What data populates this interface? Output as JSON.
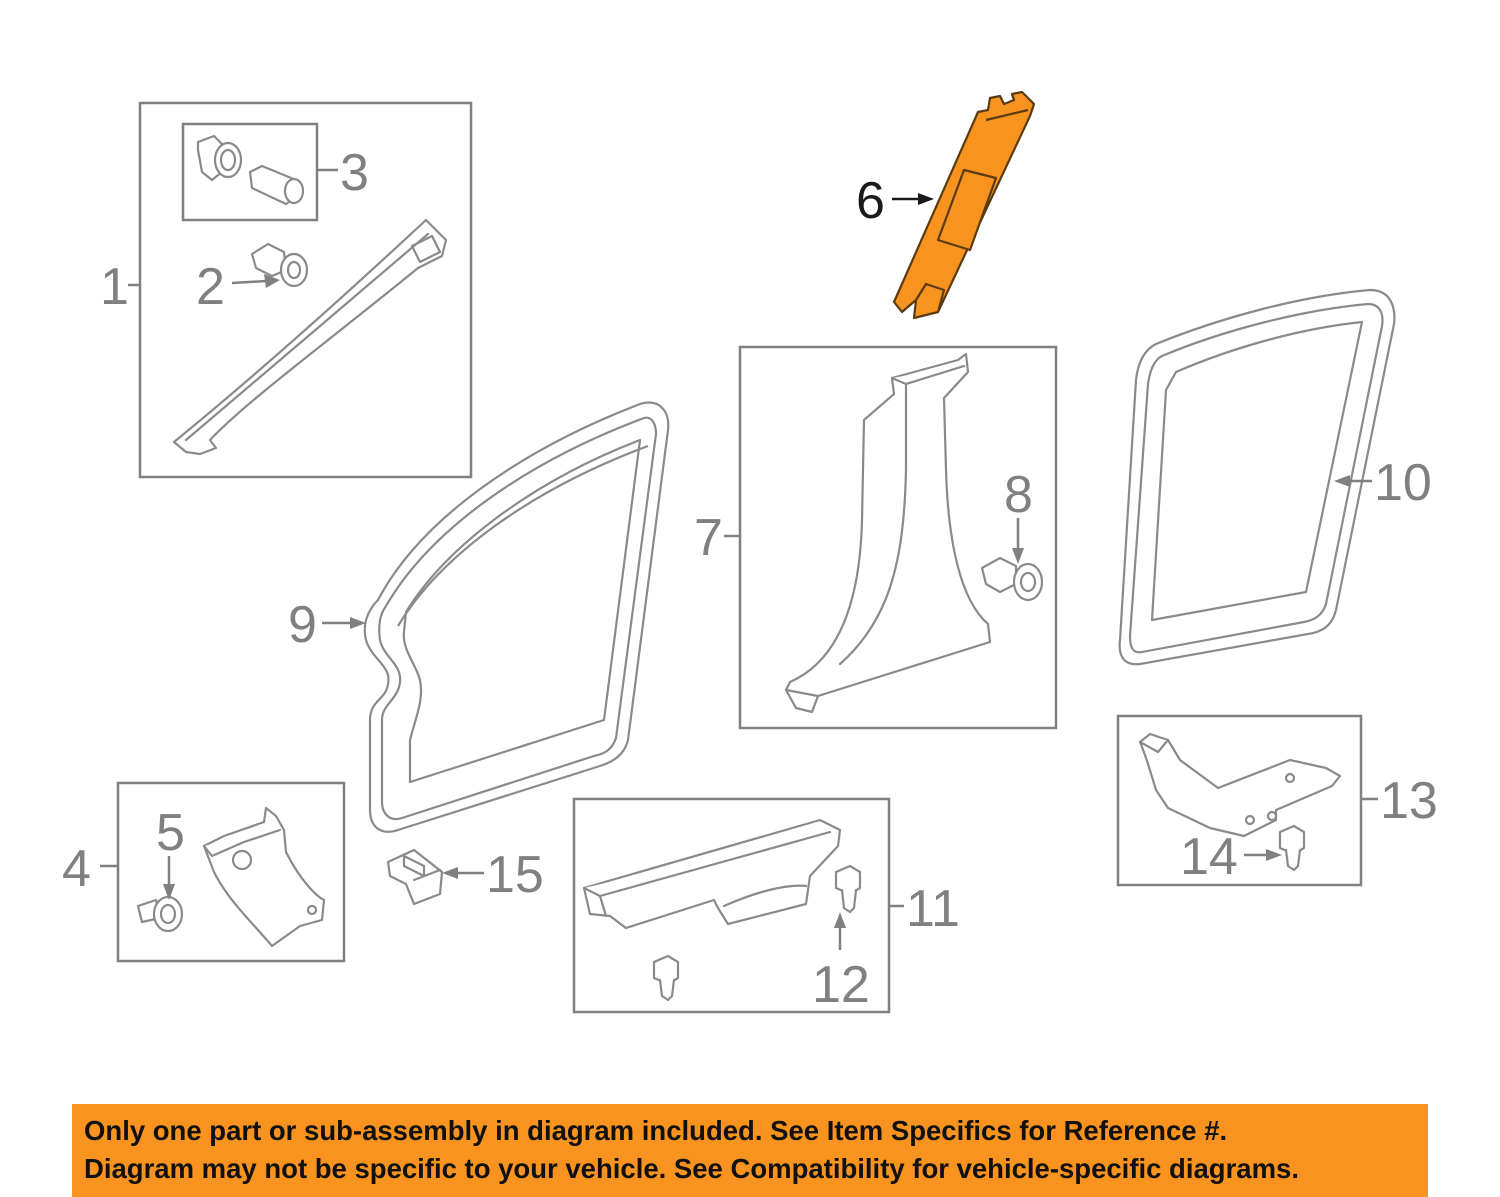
{
  "callouts": {
    "c1": "1",
    "c2": "2",
    "c3": "3",
    "c4": "4",
    "c5": "5",
    "c6": "6",
    "c7": "7",
    "c8": "8",
    "c9": "9",
    "c10": "10",
    "c11": "11",
    "c12": "12",
    "c13": "13",
    "c14": "14",
    "c15": "15"
  },
  "highlighted_part": "6",
  "colors": {
    "highlight": "#f7931e",
    "line": "#8a8a8a",
    "banner": "#f7931e"
  },
  "disclaimer": {
    "line1": "Only one part or sub-assembly in diagram included. See Item Specifics for Reference #.",
    "line2": "Diagram may not be specific to your vehicle. See Compatibility for vehicle-specific diagrams."
  }
}
